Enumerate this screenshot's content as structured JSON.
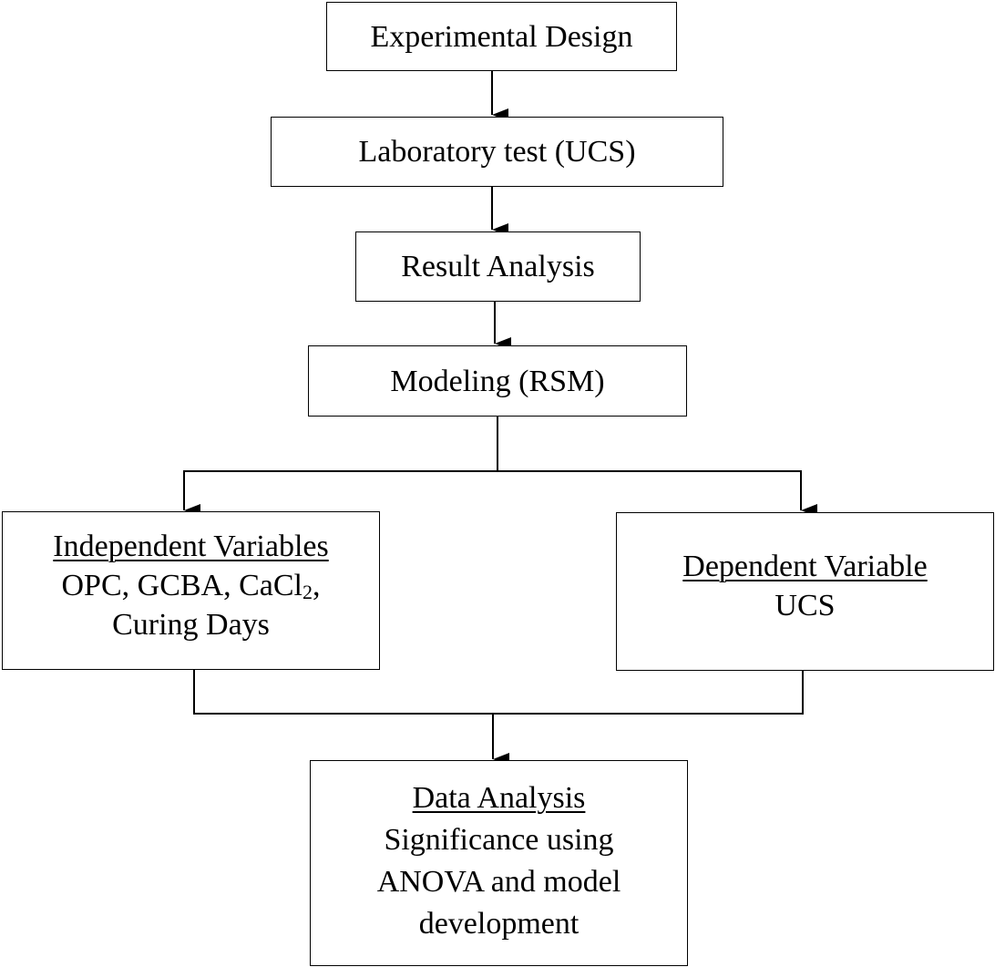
{
  "diagram": {
    "type": "flowchart",
    "nodes": {
      "experimental_design": {
        "label": "Experimental Design"
      },
      "laboratory_test": {
        "label": "Laboratory test (UCS)"
      },
      "result_analysis": {
        "label": "Result Analysis"
      },
      "modeling": {
        "label": "Modeling (RSM)"
      },
      "independent_variables": {
        "heading": "Independent Variables",
        "line1_prefix": "OPC, GCBA, CaCl",
        "line1_subscript": "2",
        "line1_suffix": ",",
        "line2": "Curing Days"
      },
      "dependent_variable": {
        "heading": "Dependent Variable",
        "line1": "UCS"
      },
      "data_analysis": {
        "heading": "Data Analysis",
        "line1": "Significance using",
        "line2": "ANOVA and model",
        "line3": "development"
      }
    },
    "edges": [
      {
        "from": "experimental_design",
        "to": "laboratory_test"
      },
      {
        "from": "laboratory_test",
        "to": "result_analysis"
      },
      {
        "from": "result_analysis",
        "to": "modeling"
      },
      {
        "from": "modeling",
        "to": "independent_variables"
      },
      {
        "from": "modeling",
        "to": "dependent_variable"
      },
      {
        "from": "independent_variables",
        "to": "data_analysis"
      },
      {
        "from": "dependent_variable",
        "to": "data_analysis"
      }
    ]
  }
}
